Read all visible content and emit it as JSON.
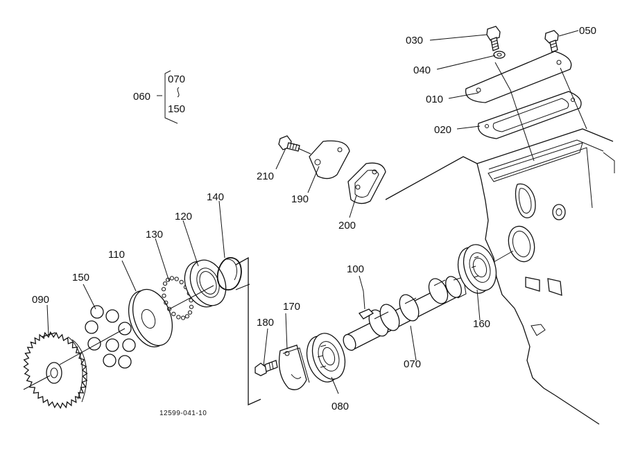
{
  "labels": {
    "p010": "010",
    "p020": "020",
    "p030": "030",
    "p040": "040",
    "p050": "050",
    "p060": "060",
    "p070": "070",
    "p080": "080",
    "p090": "090",
    "p100": "100",
    "p110": "110",
    "p120": "120",
    "p130": "130",
    "p140": "140",
    "p150": "150",
    "p160": "160",
    "p170": "170",
    "p180": "180",
    "p190": "190",
    "p200": "200",
    "p210": "210"
  },
  "group": {
    "top": "070",
    "bottom": "150"
  },
  "caption": "12599-041-10"
}
